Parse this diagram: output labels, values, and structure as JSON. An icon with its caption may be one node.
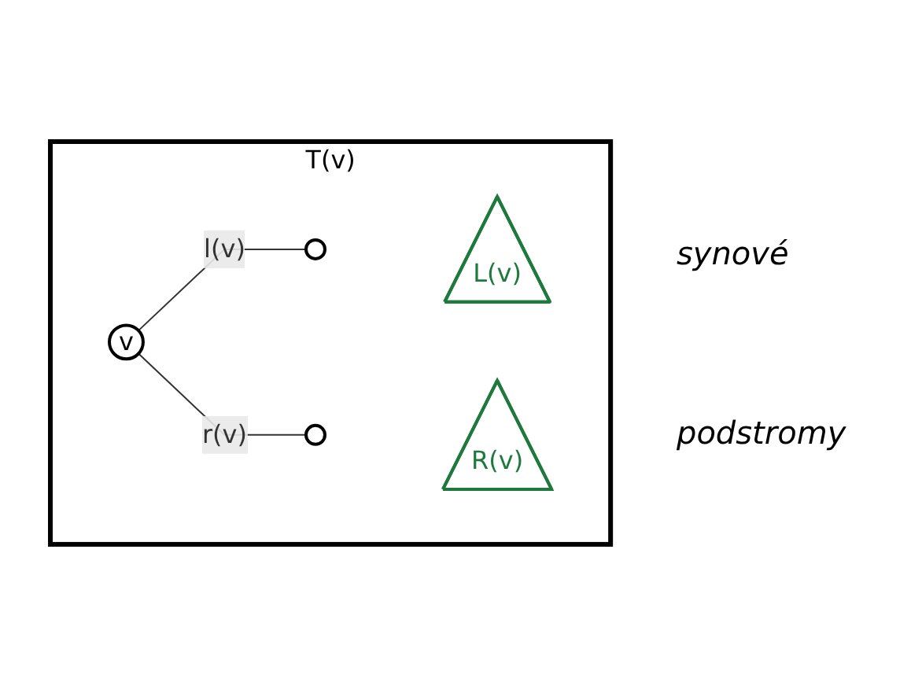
{
  "diagram": {
    "nodes": [
      {
        "text": [
          "T(v)"
        ]
      },
      {
        "text": [
          "v"
        ],
        "in": 0
      },
      {
        "text": [],
        "shape": "circle",
        "in": 0
      },
      {
        "text": [],
        "shape": "circle",
        "in": 0
      },
      {
        "text": [
          "L(v)"
        ],
        "in": 0
      },
      {
        "text": [
          "R(v)"
        ],
        "in": 0
      }
    ],
    "edges": [
      {
        "from": 1,
        "to": 2,
        "label": "l(v)",
        "arrow": "none"
      },
      {
        "from": 1,
        "to": 3,
        "label": "r(v)",
        "arrow": "none"
      }
    ],
    "labels": [
      "synové",
      "podstromy"
    ]
  }
}
